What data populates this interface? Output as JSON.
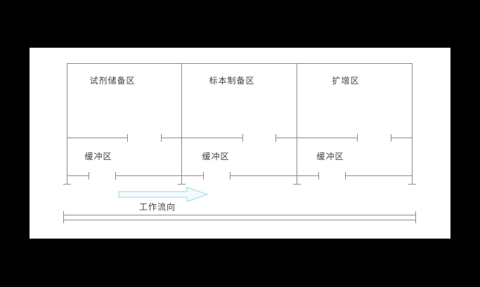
{
  "colors": {
    "canvas": "#000000",
    "paper": "#ffffff",
    "wall": "#8a8a8a",
    "text": "#3f3f3f",
    "arrow": "#9bd9de",
    "arrow_fill": "#f4fbfc"
  },
  "rooms": [
    {
      "label": "试剂储备区"
    },
    {
      "label": "标本制备区"
    },
    {
      "label": "扩增区"
    }
  ],
  "buffer_zones": [
    {
      "label": "缓冲区"
    },
    {
      "label": "缓冲区"
    },
    {
      "label": "缓冲区"
    }
  ],
  "flow": {
    "label": "工作流向"
  }
}
